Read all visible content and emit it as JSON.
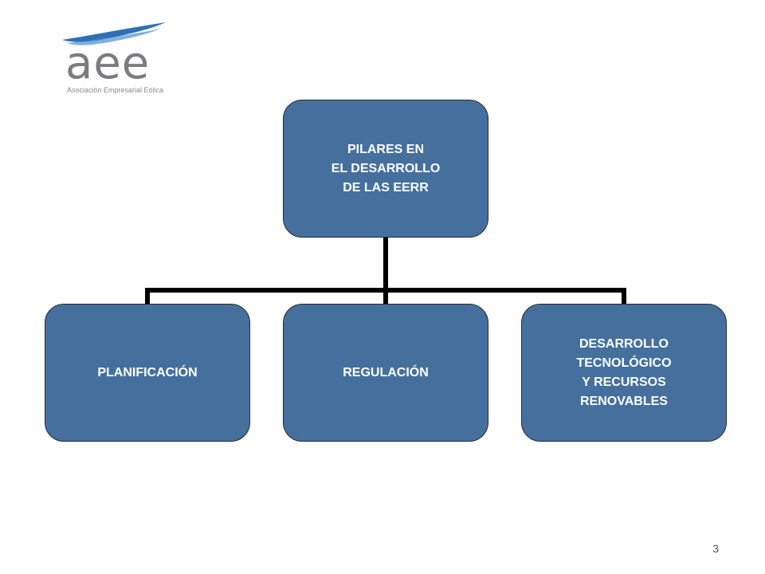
{
  "logo": {
    "wordmark": "aee",
    "subtitle": "Asociación Empresarial Eólica",
    "swoosh_color": "#2f6fb3",
    "text_color": "#7c7c80"
  },
  "diagram": {
    "root": {
      "label": "PILARES EN\nEL DESARROLLO\nDE LAS EERR"
    },
    "children": [
      {
        "label": "PLANIFICACIÓN"
      },
      {
        "label": "REGULACIÓN"
      },
      {
        "label": "DESARROLLO\nTECNOLÓGICO\nY RECURSOS\nRENOVABLES"
      }
    ],
    "node_color": "#45709e",
    "connector_color": "#000000"
  },
  "page": {
    "number": "3"
  }
}
